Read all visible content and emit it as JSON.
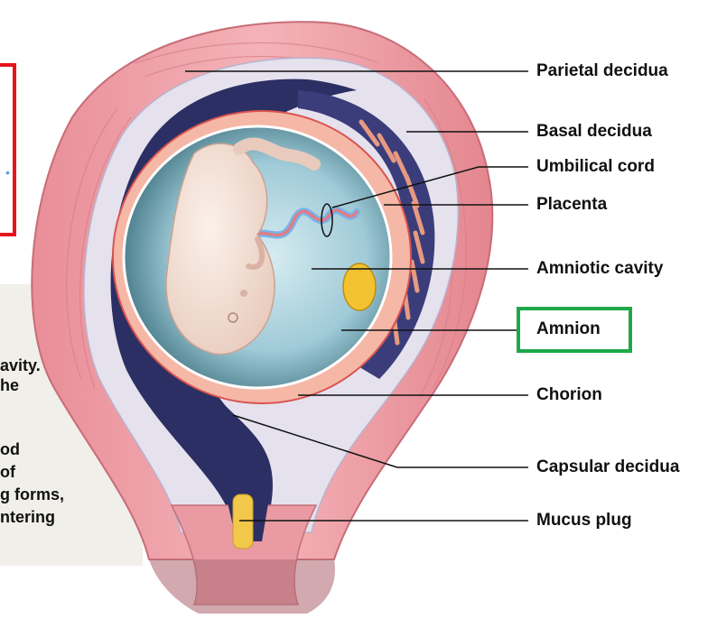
{
  "labels": {
    "parietal_decidua": "Parietal decidua",
    "basal_decidua": "Basal decidua",
    "umbilical_cord": "Umbilical cord",
    "placenta": "Placenta",
    "amniotic_cavity": "Amniotic cavity",
    "amnion": "Amnion",
    "chorion": "Chorion",
    "capsular_decidua": "Capsular decidua",
    "mucus_plug": "Mucus plug"
  },
  "side_panel_fragments": {
    "line1": "avity.",
    "line2": "he",
    "line3": "od",
    "line4": "of",
    "line5": "g forms,",
    "line6": "ntering"
  },
  "colors": {
    "highlight_red": "#e8141b",
    "highlight_green": "#1fa84a",
    "leader_line": "#111111"
  }
}
